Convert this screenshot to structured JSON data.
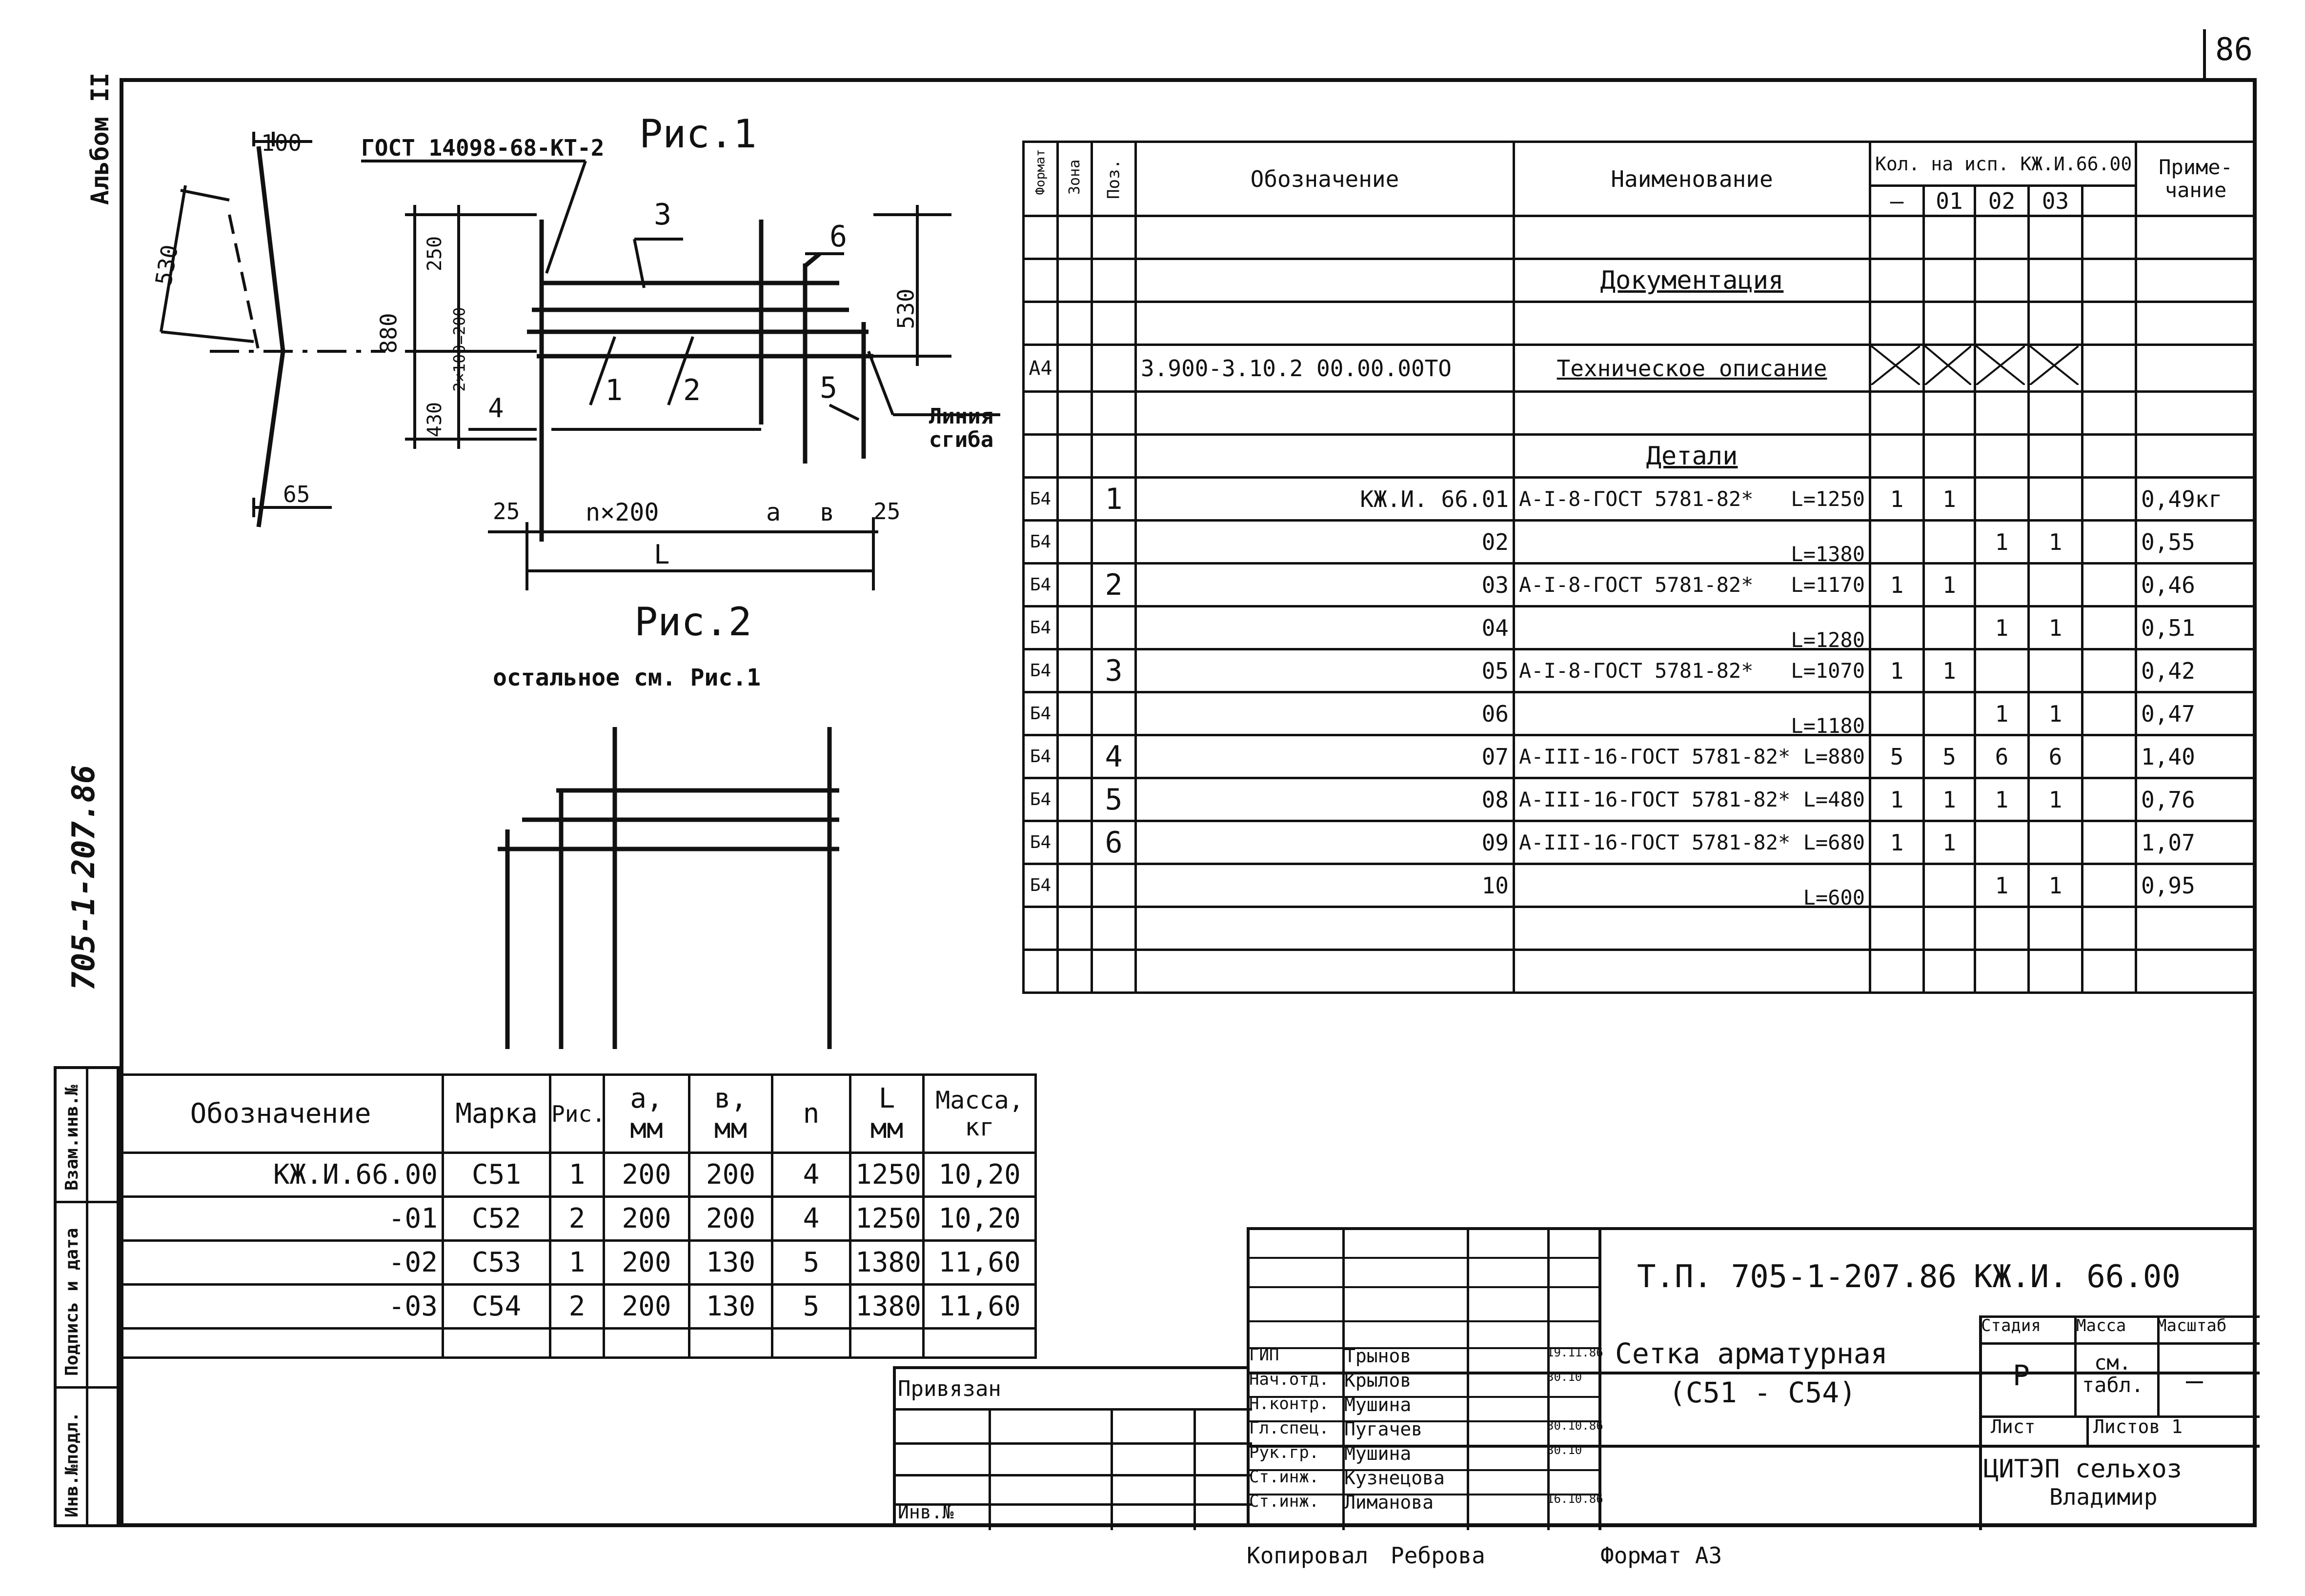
{
  "page_number": "86",
  "album_label": "Альбом II",
  "side_code": "705-1-207.86",
  "figure1": {
    "title": "Рис.1",
    "gost_note": "ГОСТ 14098-68-КТ-2",
    "dims": [
      "100",
      "530",
      "65",
      "880",
      "250",
      "2×100=200",
      "430",
      "530",
      "25",
      "n×200",
      "a",
      "в",
      "25",
      "L",
      "4"
    ],
    "labels": [
      "3",
      "6",
      "1",
      "2",
      "5"
    ],
    "bend_line": "Линия сгиба"
  },
  "figure2": {
    "title": "Рис.2",
    "note": "остальное см. Рис.1"
  },
  "spec": {
    "col_format": "Формат",
    "col_zone": "Зона",
    "col_pos": "Поз.",
    "col_designation": "Обозначение",
    "col_name": "Наименование",
    "col_qty": "Кол. на исп. КЖ.И.66.00",
    "qty_sub": [
      "—",
      "01",
      "02",
      "03",
      ""
    ],
    "col_note": "Приме-чание",
    "section_docs": "Документация",
    "section_parts": "Детали",
    "doc_row": {
      "format": "А4",
      "designation": "3.900-3.10.2   00.00.00ТО",
      "name": "Техническое описание"
    },
    "rows": [
      {
        "format": "Б4",
        "pos": "1",
        "designation": "КЖ.И. 66.01",
        "name": "А-I-8-ГОСТ 5781-82*",
        "len": "L=1250",
        "q0": "1",
        "q1": "1",
        "q2": "",
        "q3": "",
        "note": "0,49кг"
      },
      {
        "format": "Б4",
        "pos": "",
        "designation": "02",
        "name": "",
        "len": "L=1380",
        "q0": "",
        "q1": "",
        "q2": "1",
        "q3": "1",
        "note": "0,55"
      },
      {
        "format": "Б4",
        "pos": "2",
        "designation": "03",
        "name": "А-I-8-ГОСТ 5781-82*",
        "len": "L=1170",
        "q0": "1",
        "q1": "1",
        "q2": "",
        "q3": "",
        "note": "0,46"
      },
      {
        "format": "Б4",
        "pos": "",
        "designation": "04",
        "name": "",
        "len": "L=1280",
        "q0": "",
        "q1": "",
        "q2": "1",
        "q3": "1",
        "note": "0,51"
      },
      {
        "format": "Б4",
        "pos": "3",
        "designation": "05",
        "name": "А-I-8-ГОСТ 5781-82*",
        "len": "L=1070",
        "q0": "1",
        "q1": "1",
        "q2": "",
        "q3": "",
        "note": "0,42"
      },
      {
        "format": "Б4",
        "pos": "",
        "designation": "06",
        "name": "",
        "len": "L=1180",
        "q0": "",
        "q1": "",
        "q2": "1",
        "q3": "1",
        "note": "0,47"
      },
      {
        "format": "Б4",
        "pos": "4",
        "designation": "07",
        "name": "А-III-16-ГОСТ 5781-82*",
        "len": "L=880",
        "q0": "5",
        "q1": "5",
        "q2": "6",
        "q3": "6",
        "note": "1,40"
      },
      {
        "format": "Б4",
        "pos": "5",
        "designation": "08",
        "name": "А-III-16-ГОСТ 5781-82*",
        "len": "L=480",
        "q0": "1",
        "q1": "1",
        "q2": "1",
        "q3": "1",
        "note": "0,76"
      },
      {
        "format": "Б4",
        "pos": "6",
        "designation": "09",
        "name": "А-III-16-ГОСТ 5781-82*",
        "len": "L=680",
        "q0": "1",
        "q1": "1",
        "q2": "",
        "q3": "",
        "note": "1,07"
      },
      {
        "format": "Б4",
        "pos": "",
        "designation": "10",
        "name": "",
        "len": "L=600",
        "q0": "",
        "q1": "",
        "q2": "1",
        "q3": "1",
        "note": "0,95"
      }
    ]
  },
  "marks": {
    "headers": [
      "Обозначение",
      "Марка",
      "Рис.",
      "a, мм",
      "в, мм",
      "n",
      "L мм",
      "Масса, кг"
    ],
    "rows": [
      [
        "КЖ.И.66.00",
        "С51",
        "1",
        "200",
        "200",
        "4",
        "1250",
        "10,20"
      ],
      [
        "-01",
        "С52",
        "2",
        "200",
        "200",
        "4",
        "1250",
        "10,20"
      ],
      [
        "-02",
        "С53",
        "1",
        "200",
        "130",
        "5",
        "1380",
        "11,60"
      ],
      [
        "-03",
        "С54",
        "2",
        "200",
        "130",
        "5",
        "1380",
        "11,60"
      ]
    ]
  },
  "left_margin": {
    "cells": [
      "Взам.инв.№",
      "Подпись и дата",
      "Инв.№подл."
    ]
  },
  "privyazan": {
    "label": "Привязан",
    "inv": "Инв.№"
  },
  "title_block": {
    "project": "Т.П.  705-1-207.86",
    "doc_code": "КЖ.И. 66.00",
    "item_name": "Сетка арматурная",
    "item_marks": "(С51 - С54)",
    "stage_label": "Стадия",
    "mass_label": "Масса",
    "scale_label": "Масштаб",
    "stage": "Р",
    "mass": "см. табл.",
    "scale": "—",
    "sheet_label": "Лист",
    "sheets_label": "Листов 1",
    "org": "ЦИТЭП сельхоз",
    "city": "Владимир",
    "people": [
      {
        "role": "ГИП",
        "name": "Трынов",
        "date": "19.11.86"
      },
      {
        "role": "Нач.отд.",
        "name": "Крылов",
        "date": "30.10"
      },
      {
        "role": "Н.контр.",
        "name": "Мушина",
        "date": ""
      },
      {
        "role": "Гл.спец.",
        "name": "Пугачев",
        "date": "30.10.86"
      },
      {
        "role": "Рук.гр.",
        "name": "Мушина",
        "date": "30.10"
      },
      {
        "role": "Ст.инж.",
        "name": "Кузнецова",
        "date": ""
      },
      {
        "role": "Ст.инж.",
        "name": "Лиманова",
        "date": "16.10.86"
      }
    ]
  },
  "footer": {
    "copied": "Копировал",
    "copier": "Реброва",
    "format": "Формат А3"
  }
}
